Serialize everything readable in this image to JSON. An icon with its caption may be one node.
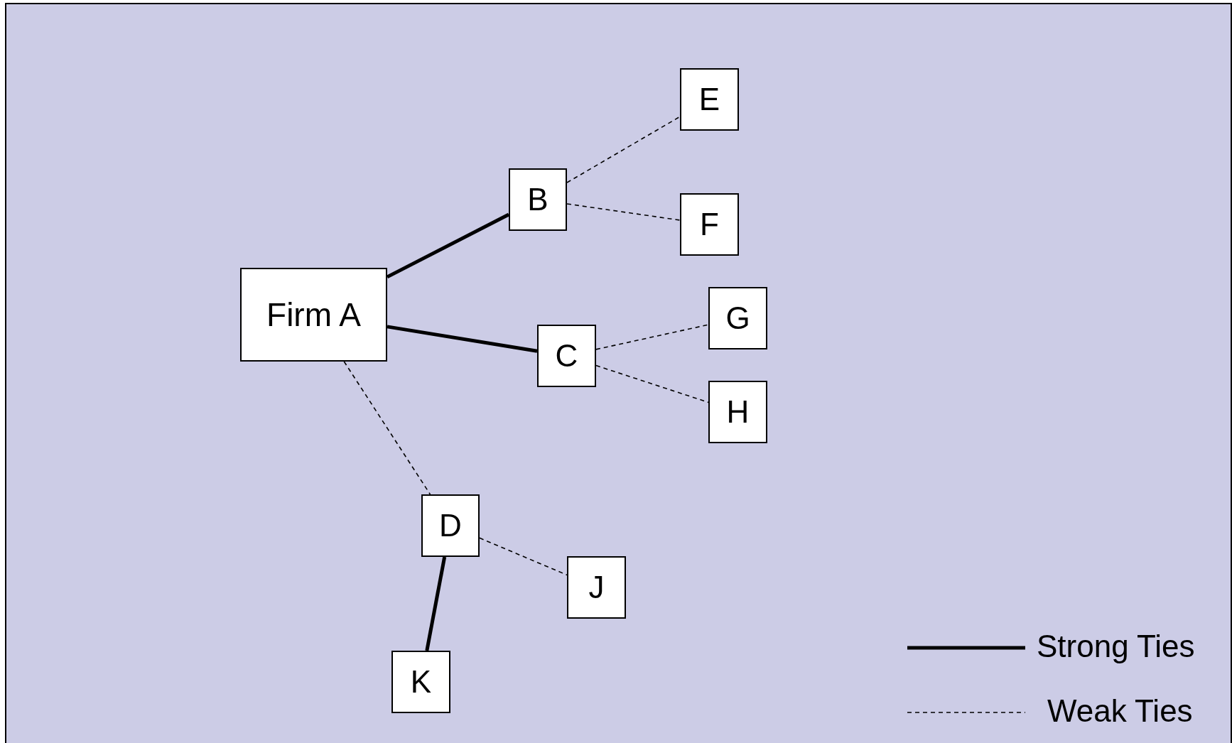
{
  "diagram": {
    "nodes": [
      {
        "text": [
          "Firm A"
        ]
      },
      {
        "text": [
          "B"
        ]
      },
      {
        "text": [
          "E"
        ]
      },
      {
        "text": [
          "F"
        ]
      },
      {
        "text": [
          "C"
        ]
      },
      {
        "text": [
          "G"
        ]
      },
      {
        "text": [
          "H"
        ]
      },
      {
        "text": [
          "D"
        ]
      },
      {
        "text": [
          "J"
        ]
      },
      {
        "text": [
          "K"
        ]
      }
    ],
    "edges": [
      {
        "from": 0,
        "to": 1,
        "arrow": "none",
        "style": "thick"
      },
      {
        "from": 0,
        "to": 4,
        "arrow": "none",
        "style": "thick"
      },
      {
        "from": 0,
        "to": 7,
        "arrow": "none",
        "style": "dashed"
      },
      {
        "from": 1,
        "to": 2,
        "arrow": "none",
        "style": "dashed"
      },
      {
        "from": 1,
        "to": 3,
        "arrow": "none",
        "style": "dashed"
      },
      {
        "from": 4,
        "to": 5,
        "arrow": "none",
        "style": "dashed"
      },
      {
        "from": 4,
        "to": 6,
        "arrow": "none",
        "style": "dashed"
      },
      {
        "from": 7,
        "to": 8,
        "arrow": "none",
        "style": "dashed"
      },
      {
        "from": 7,
        "to": 9,
        "arrow": "none",
        "style": "thick"
      }
    ],
    "legend": [
      {
        "text": "Strong Ties"
      },
      {
        "text": "Weak Ties"
      }
    ]
  }
}
